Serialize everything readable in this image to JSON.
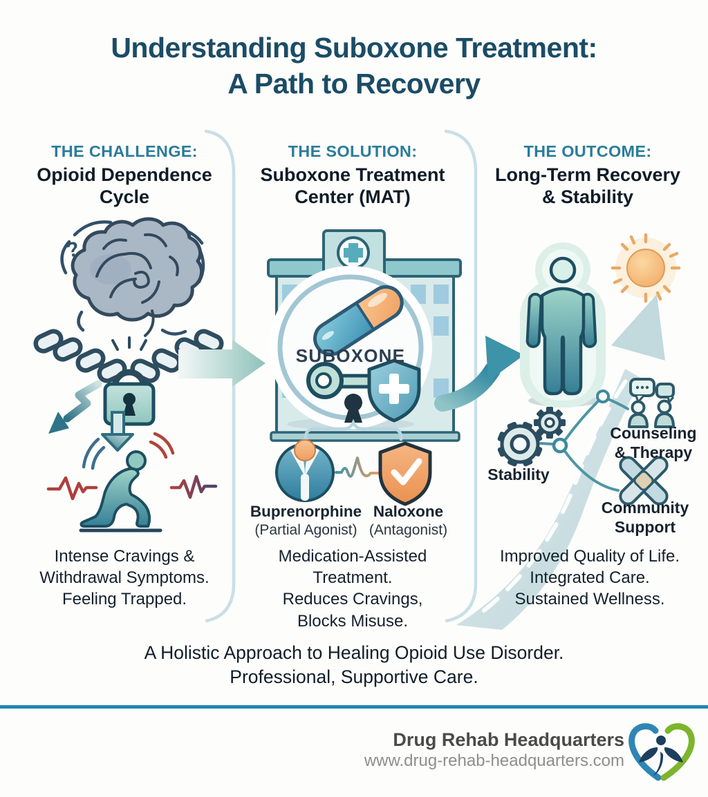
{
  "title": "Understanding Suboxone Treatment:\nA Path to Recovery",
  "columns": {
    "challenge": {
      "kicker": "THE CHALLENGE:",
      "heading": "Opioid Dependence\nCycle",
      "caption": "Intense Cravings &\nWithdrawal Symptoms.\nFeeling Trapped.",
      "icons": [
        "brain-scribble-icon",
        "chain-padlock-icon",
        "zigzag-arrow-icon",
        "down-arrow-icon",
        "distressed-person-icon",
        "heartbeat-lines"
      ]
    },
    "solution": {
      "kicker": "THE SOLUTION:",
      "heading": "Suboxone Treatment\nCenter (MAT)",
      "pill_label": "SUBOXONE",
      "components": {
        "buprenorphine": {
          "name": "Buprenorphine",
          "detail": "(Partial Agonist)",
          "icon": "receptor-icon"
        },
        "naloxone": {
          "name": "Naloxone",
          "detail": "(Antagonist)",
          "icon": "check-shield-icon"
        }
      },
      "caption": "Medication-Assisted\nTreatment.\nReduces Cravings,\nBlocks Misuse.",
      "icons": [
        "clinic-building-icon",
        "medical-cross-icon",
        "pill-capsule-icon",
        "key-icon",
        "cross-shield-icon",
        "keyhole-icon"
      ]
    },
    "outcome": {
      "kicker": "THE OUTCOME:",
      "heading": "Long-Term Recovery\n& Stability",
      "nodes": {
        "stability": {
          "label": "Stability",
          "icon": "gears-icon"
        },
        "counseling": {
          "label": "Counseling\n& Therapy",
          "icon": "counseling-people-icon"
        },
        "community": {
          "label": "Community\nSupport",
          "icon": "community-hands-icon"
        }
      },
      "caption": "Improved Quality of Life.\nIntegrated Care.\nSustained Wellness.",
      "icons": [
        "recovery-person-icon",
        "sun-icon",
        "road-arrow-icon"
      ]
    }
  },
  "tagline": "A Holistic Approach to Healing Opioid Use Disorder.\nProfessional, Supportive Care.",
  "footer": {
    "brand": "Drug Rehab Headquarters",
    "website": "www.drug-rehab-headquarters.com"
  },
  "colors": {
    "title": "#1b4c66",
    "kicker": "#2b7c99",
    "body_text": "#13202c",
    "divider": "#c9dfe8",
    "footer_rule": "#2187b1",
    "accent_teal": "#3d93a8",
    "accent_mint": "#8fc2ba",
    "pill_blue": "#4f9fc0",
    "pill_orange": "#f2a766",
    "naloxone_shield_orange": "#ef9e63",
    "sun_orange": "#f3ac67",
    "brand_text": "#4a4a4a",
    "website_text": "#8e8e8e",
    "logo_blue": "#2e86b5",
    "logo_green": "#7cb52d"
  }
}
